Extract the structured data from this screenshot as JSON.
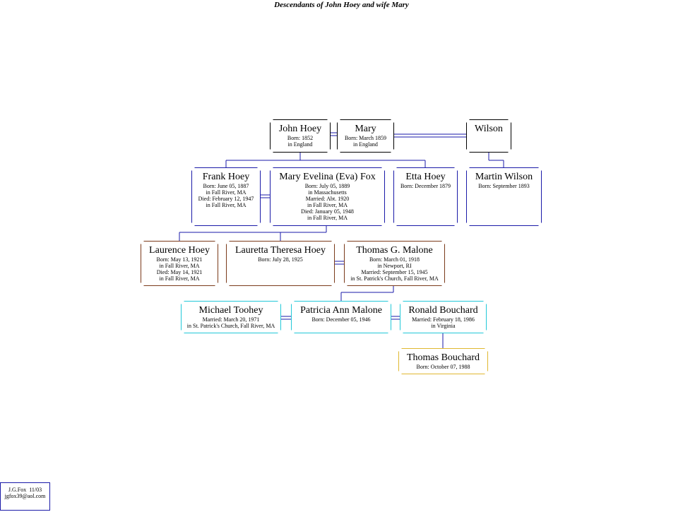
{
  "title": "Descendants of John Hoey and wife Mary",
  "people": {
    "john_hoey": {
      "name": "John Hoey",
      "details": [
        "Born: 1852",
        "in England"
      ]
    },
    "mary": {
      "name": "Mary",
      "details": [
        "Born: March 1859",
        "in England"
      ]
    },
    "wilson": {
      "name": "Wilson",
      "details": []
    },
    "frank_hoey": {
      "name": "Frank Hoey",
      "details": [
        "Born: June 05, 1887",
        "in Fall River, MA",
        "Died: February 12, 1947",
        "in Fall River, MA"
      ]
    },
    "mary_evelina_fox": {
      "name": "Mary Evelina (Eva) Fox",
      "details": [
        "Born: July 05, 1889",
        "in Massachusetts",
        "Married: Abt. 1920",
        "in Fall River, MA",
        "Died: January 05, 1948",
        "in Fall River, MA"
      ]
    },
    "etta_hoey": {
      "name": "Etta Hoey",
      "details": [
        "Born: December 1879"
      ]
    },
    "martin_wilson": {
      "name": "Martin Wilson",
      "details": [
        "Born: September 1893"
      ]
    },
    "laurence_hoey": {
      "name": "Laurence Hoey",
      "details": [
        "Born: May 13, 1921",
        "in Fall River, MA",
        "Died: May 14, 1921",
        "in Fall River, MA"
      ]
    },
    "lauretta_theresa_hoey": {
      "name": "Lauretta Theresa Hoey",
      "details": [
        "Born: July 28, 1925"
      ]
    },
    "thomas_g_malone": {
      "name": "Thomas G. Malone",
      "details": [
        "Born: March 01, 1918",
        "in Newport, RI",
        "Married: September 15, 1945",
        "in St. Patrick's Church, Fall River, MA"
      ]
    },
    "michael_toohey": {
      "name": "Michael Toohey",
      "details": [
        "Married: March 20, 1971",
        "in St. Patrick's Church, Fall River, MA"
      ]
    },
    "patricia_ann_malone": {
      "name": "Patricia Ann Malone",
      "details": [
        "Born: December 05, 1946"
      ]
    },
    "ronald_bouchard": {
      "name": "Ronald Bouchard",
      "details": [
        "Married: February 18, 1986",
        "in Virginia"
      ]
    },
    "thomas_bouchard": {
      "name": "Thomas Bouchard",
      "details": [
        "Born: October 07, 1988"
      ]
    }
  },
  "signature": {
    "line1": "J.G.Fox  11/03",
    "line2": "jgfox39@aol.com"
  },
  "colors": {
    "generation1": "#000000",
    "generation2": "#1a1aa8",
    "generation3": "#7a3a1a",
    "generation4": "#22c8d8",
    "generation5": "#e0b830",
    "connector": "#1a1aa8"
  }
}
